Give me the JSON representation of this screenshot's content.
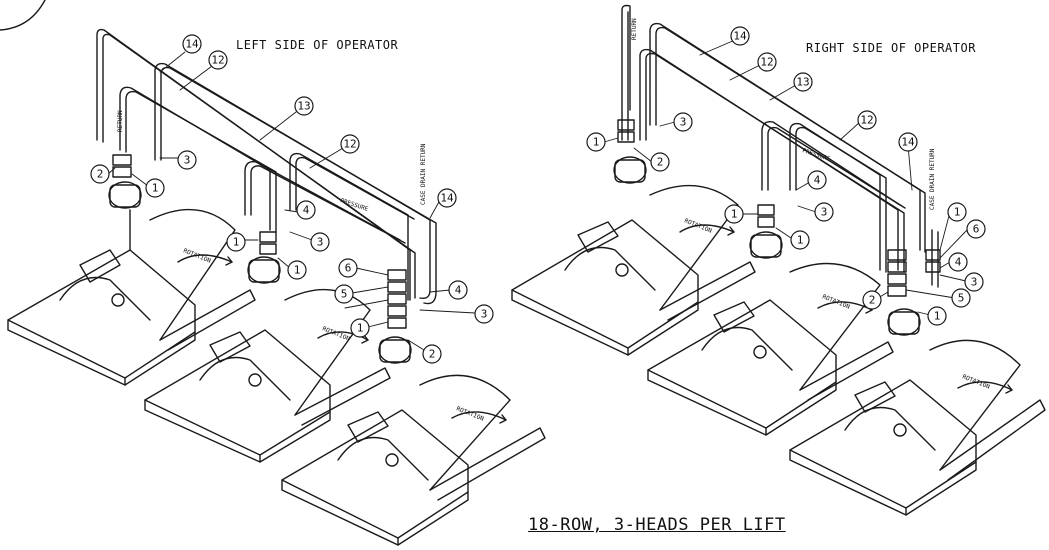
{
  "diagram": {
    "left_title": "LEFT SIDE OF OPERATOR",
    "right_title": "RIGHT SIDE OF OPERATOR",
    "caption": "18-ROW, 3-HEADS PER LIFT",
    "small_labels": {
      "return": "RETURN",
      "case_drain_return": "CASE DRAIN RETURN",
      "pressure": "PRESSURE",
      "rotation": "ROTATION"
    },
    "left_callouts": [
      "14",
      "12",
      "13",
      "12",
      "14",
      "3",
      "1",
      "2",
      "4",
      "3",
      "1",
      "1",
      "6",
      "5",
      "4",
      "3",
      "1",
      "2"
    ],
    "right_callouts": [
      "14",
      "12",
      "13",
      "12",
      "14",
      "3",
      "1",
      "2",
      "4",
      "3",
      "1",
      "1",
      "1",
      "6",
      "4",
      "3",
      "5",
      "2",
      "1"
    ]
  }
}
